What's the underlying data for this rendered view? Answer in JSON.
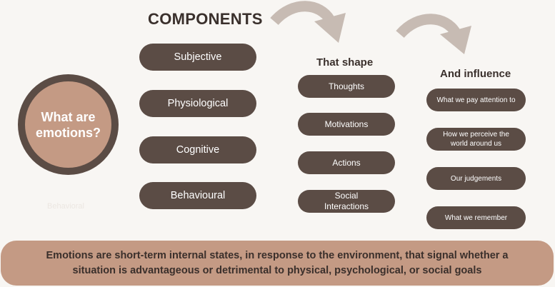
{
  "center": {
    "title": "What are emotions?",
    "ghost_label": "Behavioral"
  },
  "headings": {
    "components": "COMPONENTS",
    "shape": "That shape",
    "influence": "And influence"
  },
  "components": [
    "Subjective",
    "Physiological",
    "Cognitive",
    "Behavioural"
  ],
  "shapes": [
    "Thoughts",
    "Motivations",
    "Actions",
    "Social\nInteractions"
  ],
  "influences": [
    "What we pay attention to",
    "How we perceive the\nworld around us",
    "Our judgements",
    "What we remember"
  ],
  "definition": "Emotions are short-term internal states, in response to the environment, that signal whether a situation is advantageous or detrimental to physical, psychological, or social goals",
  "colors": {
    "background": "#f8f6f3",
    "pill": "#5b4c45",
    "accent": "#c49a84",
    "arrow": "#c7bbb3",
    "heading": "#3a302c"
  },
  "icons": [
    "curved-arrow-icon",
    "curved-arrow-icon"
  ]
}
